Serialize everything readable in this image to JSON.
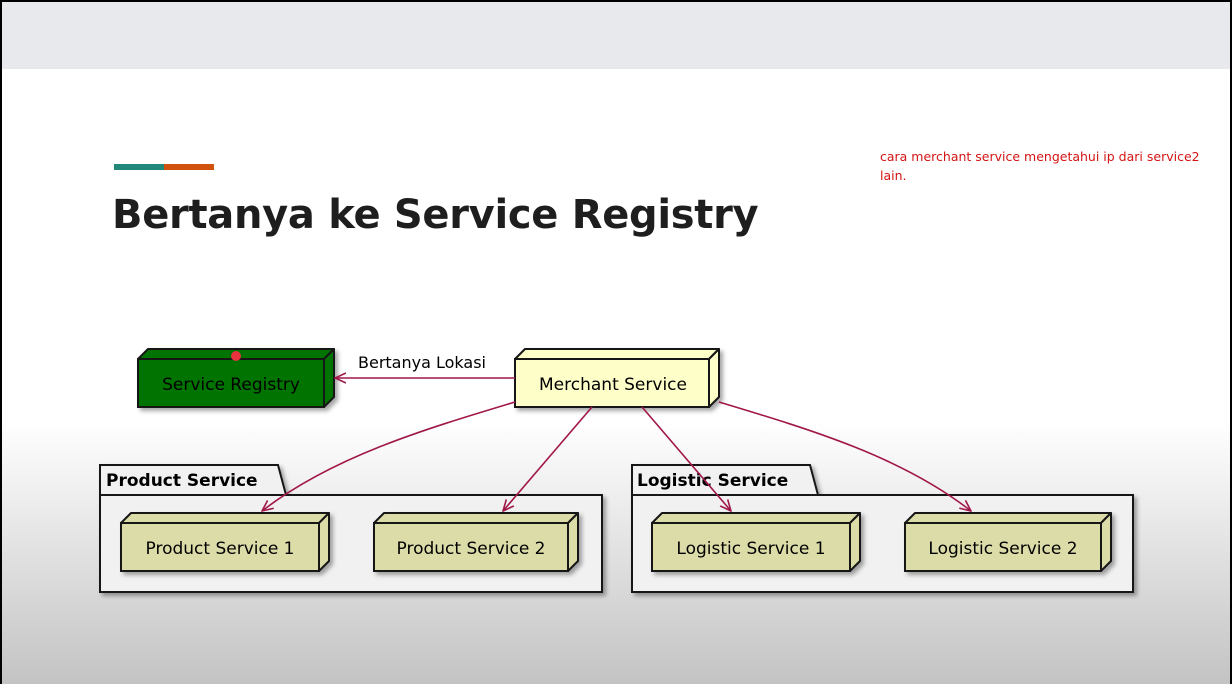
{
  "slide": {
    "title": "Bertanya ke Service Registry",
    "note": "cara merchant service mengetahui ip dari service2 lain.",
    "accent_colors": [
      "#22897a",
      "#d1520d"
    ]
  },
  "diagram": {
    "nodes": {
      "service_registry": {
        "label": "Service Registry",
        "fill": "#007300",
        "marker": "#e8323c"
      },
      "merchant_service": {
        "label": "Merchant Service",
        "fill": "#fefec9"
      },
      "product_service_1": {
        "label": "Product Service 1",
        "fill": "#dcdca8"
      },
      "product_service_2": {
        "label": "Product Service 2",
        "fill": "#dcdca8"
      },
      "logistic_service_1": {
        "label": "Logistic Service 1",
        "fill": "#dcdca8"
      },
      "logistic_service_2": {
        "label": "Logistic Service 2",
        "fill": "#dcdca8"
      }
    },
    "packages": {
      "product_service": {
        "label": "Product Service"
      },
      "logistic_service": {
        "label": "Logistic Service"
      }
    },
    "edges": {
      "ask_location": {
        "label": "Bertanya Lokasi"
      }
    },
    "arrow_color": "#a0174a"
  }
}
